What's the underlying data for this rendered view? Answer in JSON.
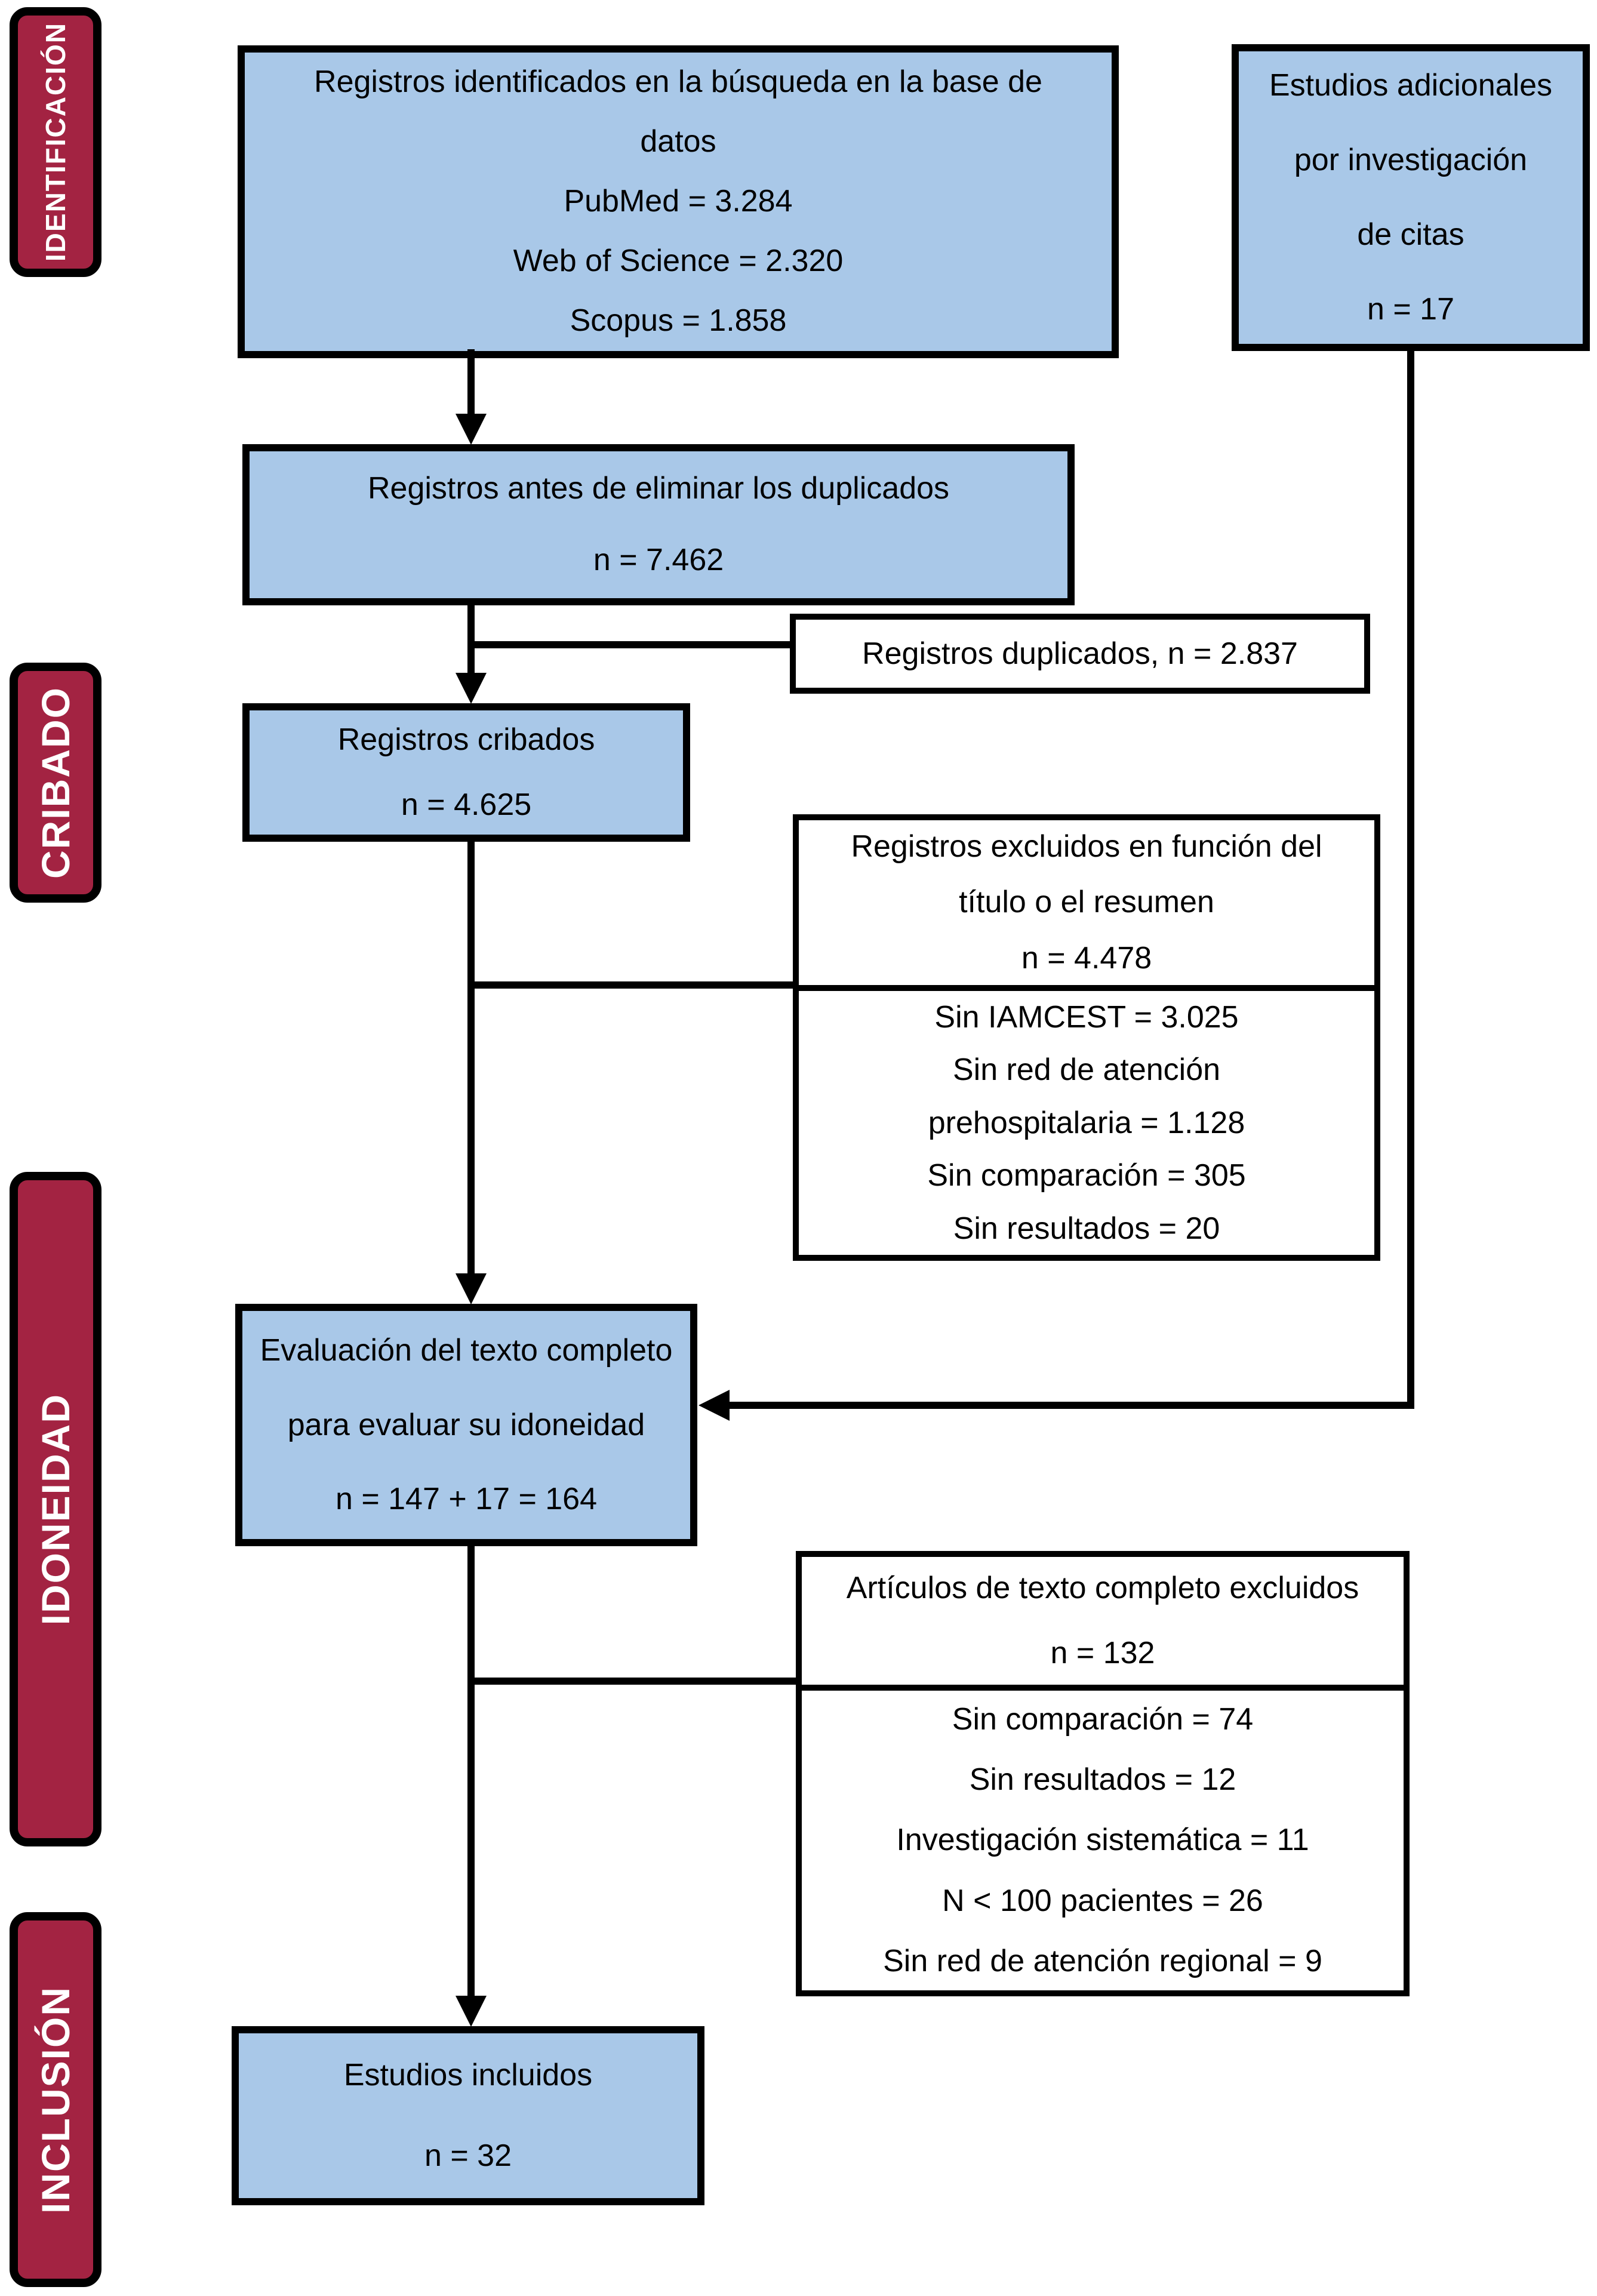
{
  "diagram": {
    "title": "PRISMA flow diagram (Spanish)",
    "stages": [
      {
        "id": "identification",
        "label": "IDENTIFICACIÓN"
      },
      {
        "id": "screening",
        "label": "CRIBADO"
      },
      {
        "id": "eligibility",
        "label": "IDONEIDAD"
      },
      {
        "id": "inclusion",
        "label": "INCLUSIÓN"
      }
    ],
    "boxes": {
      "identified": {
        "lines": [
          "Registros identificados en la búsqueda en la base de",
          "datos",
          "PubMed = 3.284",
          "Web of Science = 2.320",
          "Scopus = 1.858"
        ]
      },
      "additional": {
        "lines": [
          "Estudios adicionales",
          "por investigación",
          "de citas",
          "n = 17"
        ]
      },
      "before_duplicates": {
        "lines": [
          "Registros antes de eliminar los duplicados",
          "n = 7.462"
        ]
      },
      "duplicates_removed": {
        "lines": [
          "Registros duplicados, n = 2.837"
        ]
      },
      "screened": {
        "lines": [
          "Registros cribados",
          "n = 4.625"
        ]
      },
      "excluded_title_abstract": {
        "header": [
          "Registros excluidos en función del",
          "título o el resumen",
          "n = 4.478"
        ],
        "reasons": [
          "Sin IAMCEST = 3.025",
          "Sin red de atención",
          "prehospitalaria = 1.128",
          "Sin comparación = 305",
          "Sin resultados = 20"
        ]
      },
      "fulltext_assessed": {
        "lines": [
          "Evaluación del texto completo",
          "para evaluar su idoneidad",
          "n = 147 + 17 = 164"
        ]
      },
      "fulltext_excluded": {
        "header": [
          "Artículos de texto completo excluidos",
          "n = 132"
        ],
        "reasons": [
          "Sin comparación = 74",
          "Sin resultados = 12",
          "Investigación sistemática = 11",
          "N < 100 pacientes = 26",
          "Sin red de atención regional = 9"
        ]
      },
      "included": {
        "lines": [
          "Estudios incluidos",
          "n = 32"
        ]
      }
    },
    "colors": {
      "stage_fill": "#a32342",
      "stage_text": "#ffffff",
      "node_fill": "#a9c8e8",
      "node_border": "#000000",
      "connector": "#000000",
      "exclusion_fill": "#ffffff"
    }
  }
}
